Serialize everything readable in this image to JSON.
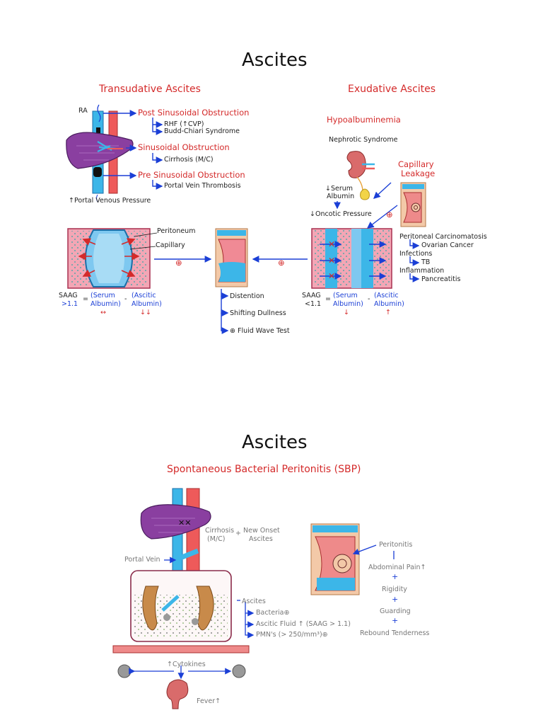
{
  "panel1": {
    "title": "Ascites",
    "transudative_heading": "Transudative  Ascites",
    "exudative_heading": "Exudative Ascites",
    "ra": "RA",
    "post_sinusoidal": "Post Sinusoidal Obstruction",
    "rhf": "RHF (↑CVP)",
    "budd_chiari": "Budd-Chiari Syndrome",
    "sinusoidal": "Sinusoidal Obstruction",
    "cirrhosis": "Cirrhosis (M/C)",
    "pre_sinusoidal": "Pre Sinusoidal Obstruction",
    "portal_vein_thrombosis": "Portal Vein Thrombosis",
    "portal_venous_pressure": "↑Portal Venous Pressure",
    "hypoalbuminemia": "Hypoalbuminemia",
    "nephrotic": "Nephrotic Syndrome",
    "serum_albumin_1": "↓Serum",
    "serum_albumin_2": "Albumin",
    "oncotic": "↓Oncotic Pressure",
    "capillary_leakage_1": "Capillary",
    "capillary_leakage_2": "Leakage",
    "peritoneum": "Peritoneum",
    "capillary": "Capillary",
    "plus": "⊕",
    "peritoneal_carcinomatosis": "Peritoneal Carcinomatosis",
    "ovarian_cancer": "Ovarian Cancer",
    "infections": "Infections",
    "tb": "TB",
    "inflammation": "Inflammation",
    "pancreatitis": "Pancreatitis",
    "saag_left_label": "SAAG",
    "saag_left_value": ">1.1",
    "saag_right_label": "SAAG",
    "saag_right_value": "<1.1",
    "equals": "=",
    "minus": "-",
    "serum_albumin_paren_1": "(Serum",
    "serum_albumin_paren_2": "Albumin)",
    "ascitic_albumin_1": "(Ascitic",
    "ascitic_albumin_2": "Albumin)",
    "left_serum_change": "↔",
    "left_ascitic_change": "↓↓",
    "right_serum_change": "↓",
    "right_ascitic_change": "↑",
    "distention": "Distention",
    "shifting_dullness": "Shifting Dullness",
    "fluid_wave": "⊕ Fluid Wave Test"
  },
  "panel2": {
    "title": "Ascites",
    "sbp_heading": "Spontaneous Bacterial Peritonitis (SBP)",
    "cirrhosis": "Cirrhosis",
    "cirrhosis_mc": "(M/C)",
    "plus": "+",
    "new_onset_1": "New Onset",
    "new_onset_2": "Ascites",
    "portal_vein": "Portal Vein",
    "ascites": "Ascites",
    "bacteria": "Bacteria⊕",
    "ascitic_fluid": "Ascitic Fluid ↑ (SAAG > 1.1)",
    "pmns": "PMN's (> 250/mm³)⊕",
    "cytokines": "↑Cytokines",
    "fever": "Fever↑",
    "peritonitis": "Peritonitis",
    "abdominal_pain": "Abdominal Pain↑",
    "rigidity": "Rigidity",
    "guarding": "Guarding",
    "rebound": "Rebound Tenderness"
  },
  "colors": {
    "heading_red": "#d42a2a",
    "arrow_blue": "#1b3fd6",
    "vessel_blue": "#3cb6e8",
    "vessel_red": "#ee5a5a",
    "liver_purple": "#8a3fa0",
    "tissue_pink": "#f3a6b5"
  }
}
